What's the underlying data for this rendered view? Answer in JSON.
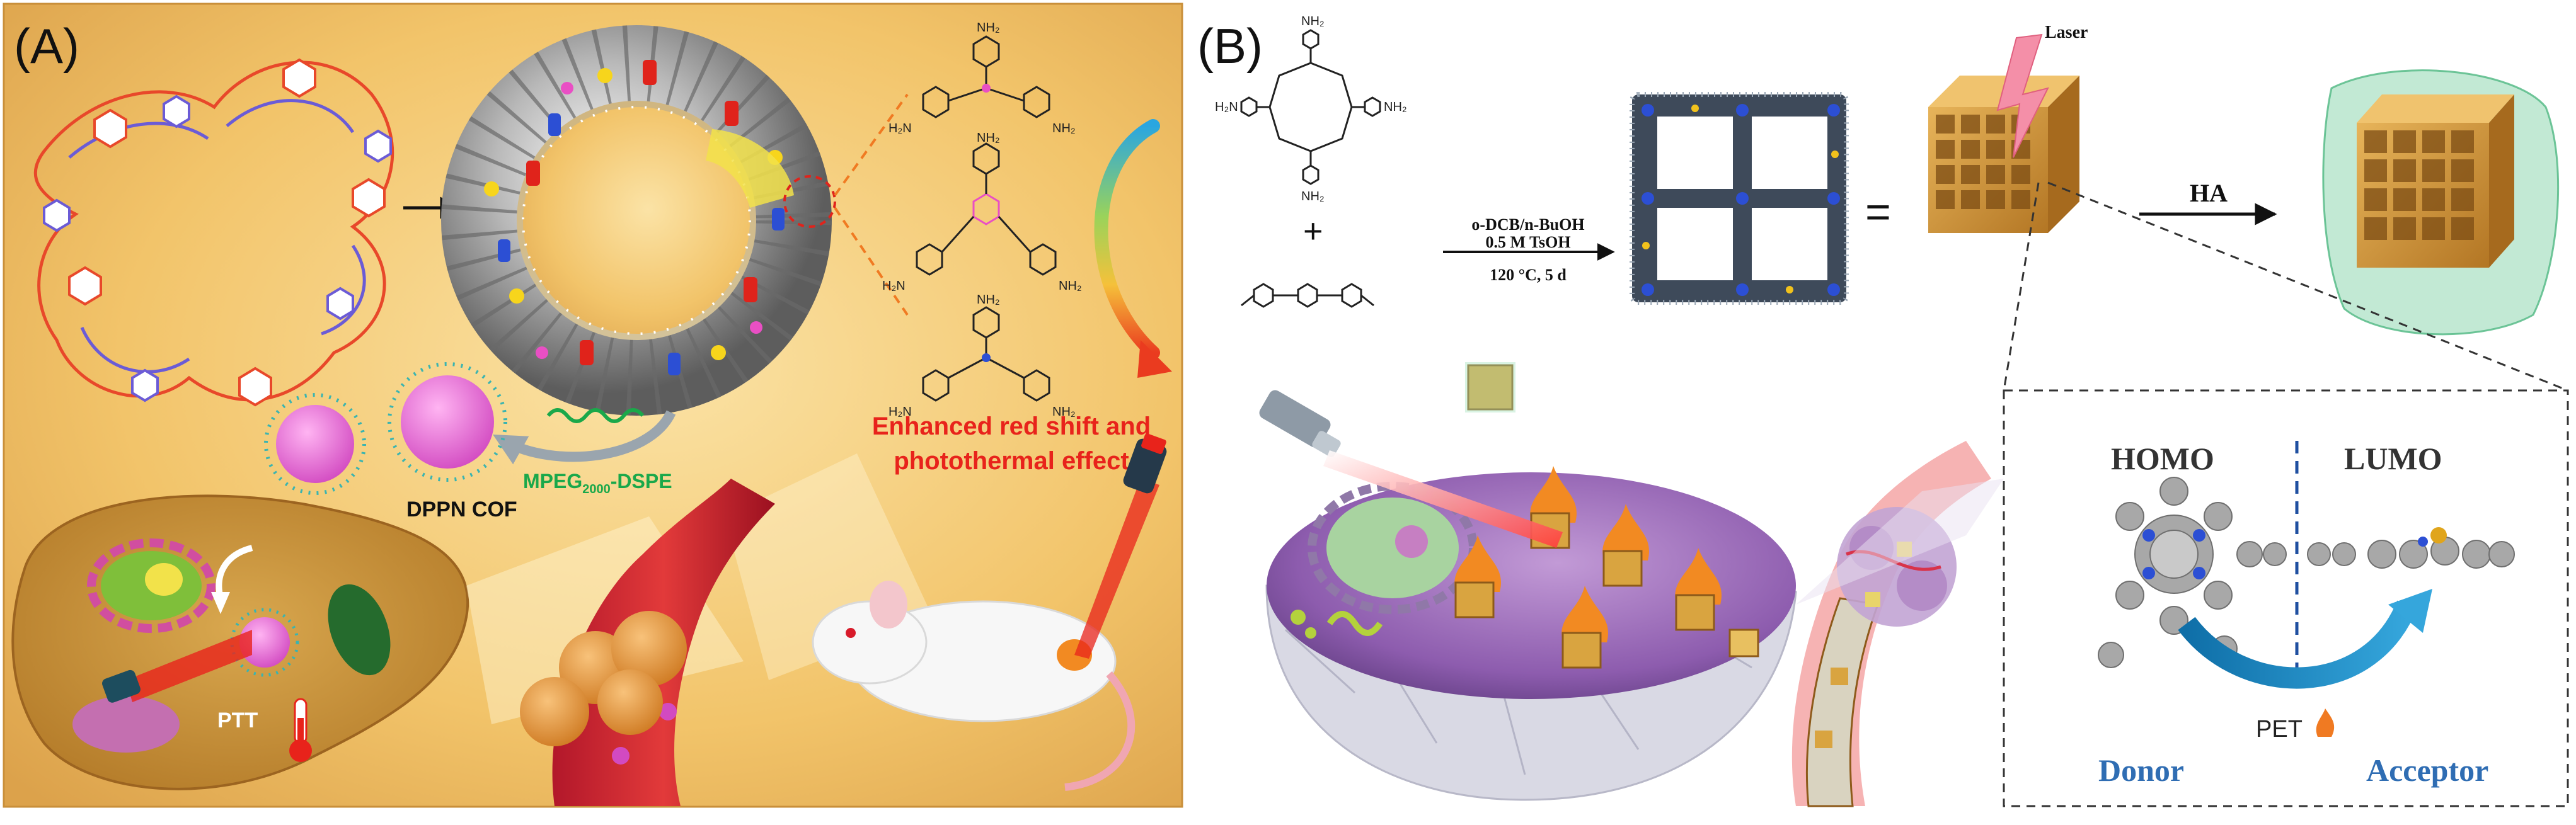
{
  "panel_a": {
    "label": "(A)",
    "red_caption_line1": "Enhanced red shift and",
    "red_caption_line2": "photothermal effect",
    "peg_label": "MPEG",
    "peg_sub": "2000",
    "peg_suffix": "-DSPE",
    "cof_label": "DPPN COF",
    "ptt_label": "PTT",
    "amine_label": "NH₂",
    "amine_label_left": "H₂N",
    "colors": {
      "background": "#f2c46a",
      "red_text": "#e8231b",
      "peg_green": "#1aa84a",
      "red_chain": "#e8482a",
      "blue_chain": "#6b5bd6"
    }
  },
  "panel_b": {
    "label": "(B)",
    "condition_1": "o-DCB/n-BuOH",
    "condition_2": "0.5 M TsOH",
    "condition_3": "120 °C, 5 d",
    "plus": "+",
    "equals": "=",
    "laser_label": "Laser",
    "ha_label": "HA",
    "homo_label": "HOMO",
    "lumo_label": "LUMO",
    "pet_label": "PET",
    "donor_label": "Donor",
    "acceptor_label": "Acceptor",
    "amine_label": "NH₂",
    "amine_label_left": "H₂N",
    "colors": {
      "donor_blue": "#2f6db3",
      "arrow_blue": "#1f78b4",
      "cube_gold": "#c98a2a",
      "ha_green": "#6fc79a"
    }
  }
}
